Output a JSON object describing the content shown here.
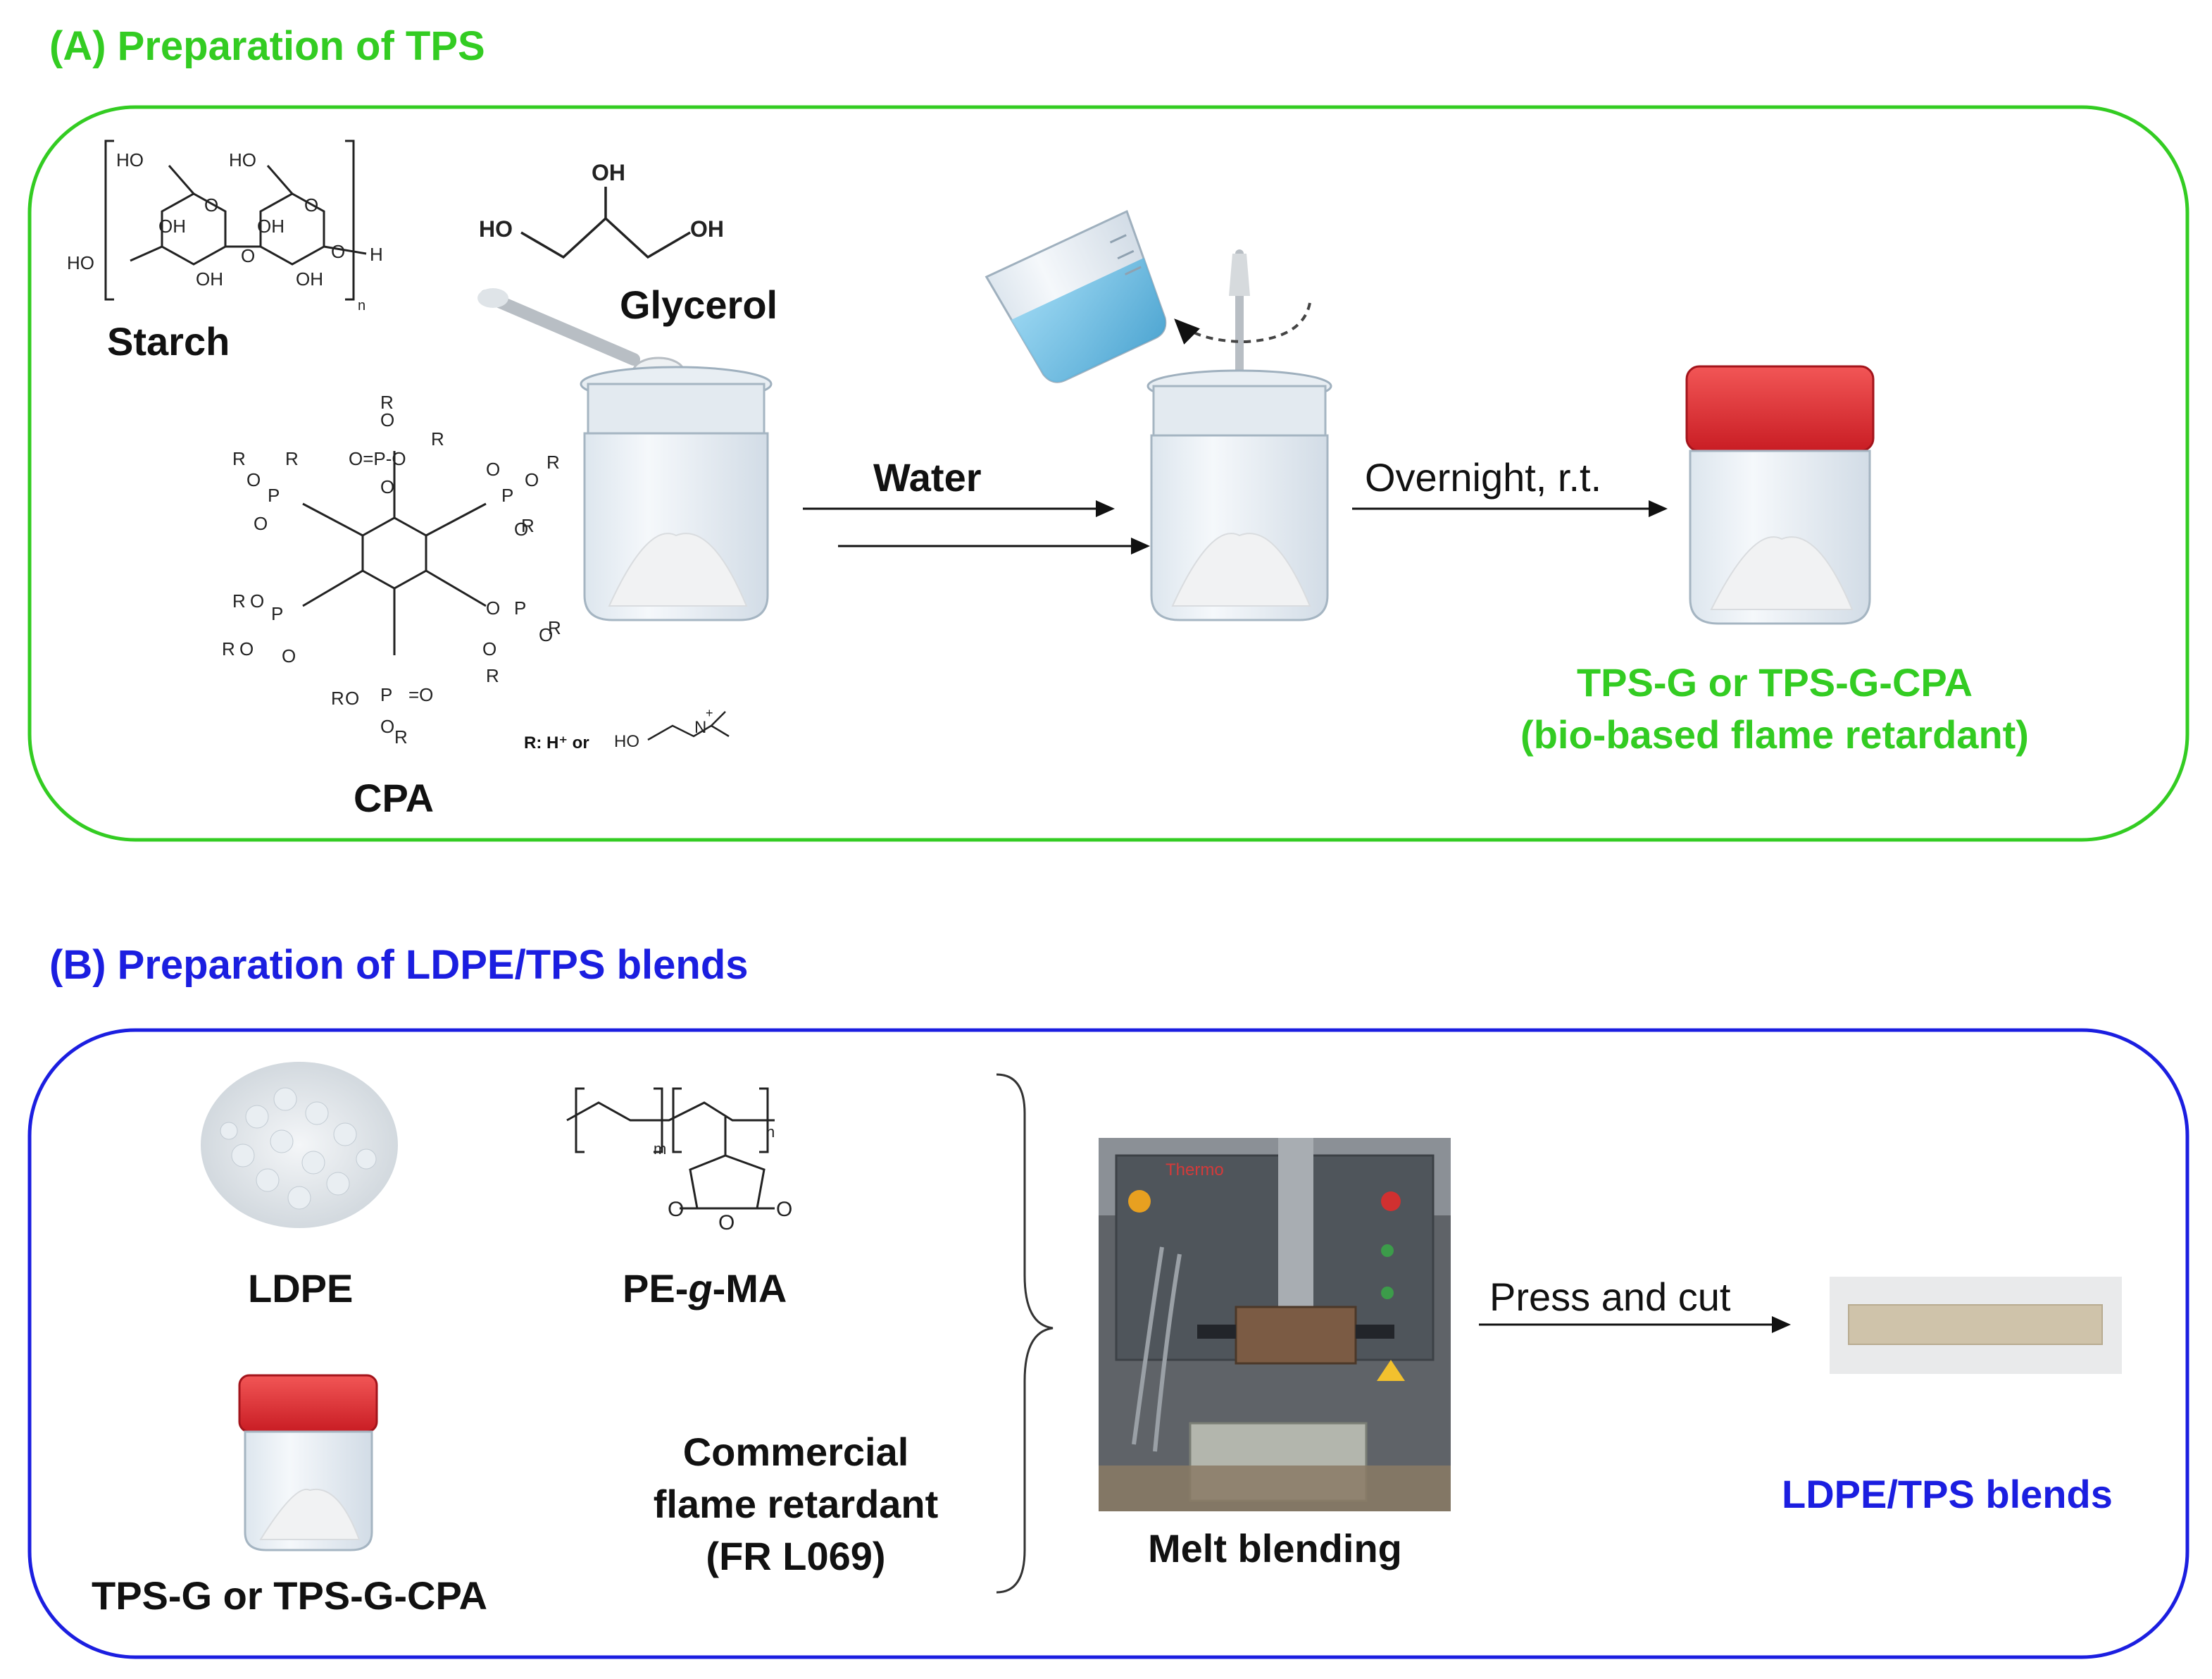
{
  "panel_a": {
    "title": "(A) Preparation of TPS",
    "border_color": "#33cc22",
    "starch_label": "Starch",
    "glycerol_label": "Glycerol",
    "cpa_label": "CPA",
    "r_definition": "R: H⁺ or",
    "water_label": "Water",
    "overnight_label": "Overnight, r.t.",
    "product_line1": "TPS-G or TPS-G-CPA",
    "product_line2": "(bio-based flame retardant)"
  },
  "panel_b": {
    "title": "(B) Preparation of LDPE/TPS blends",
    "border_color": "#1b1ee0",
    "ldpe_label": "LDPE",
    "pegma_prefix": "PE-",
    "pegma_italic": "g",
    "pegma_suffix": "-MA",
    "tps_label": "TPS-G or TPS-G-CPA",
    "commercial_line1": "Commercial",
    "commercial_line2": "flame retardant",
    "commercial_line3": "(FR L069)",
    "melt_label": "Melt blending",
    "machine_brand": "Thermo",
    "press_label": "Press and cut",
    "blend_label": "LDPE/TPS blends"
  }
}
